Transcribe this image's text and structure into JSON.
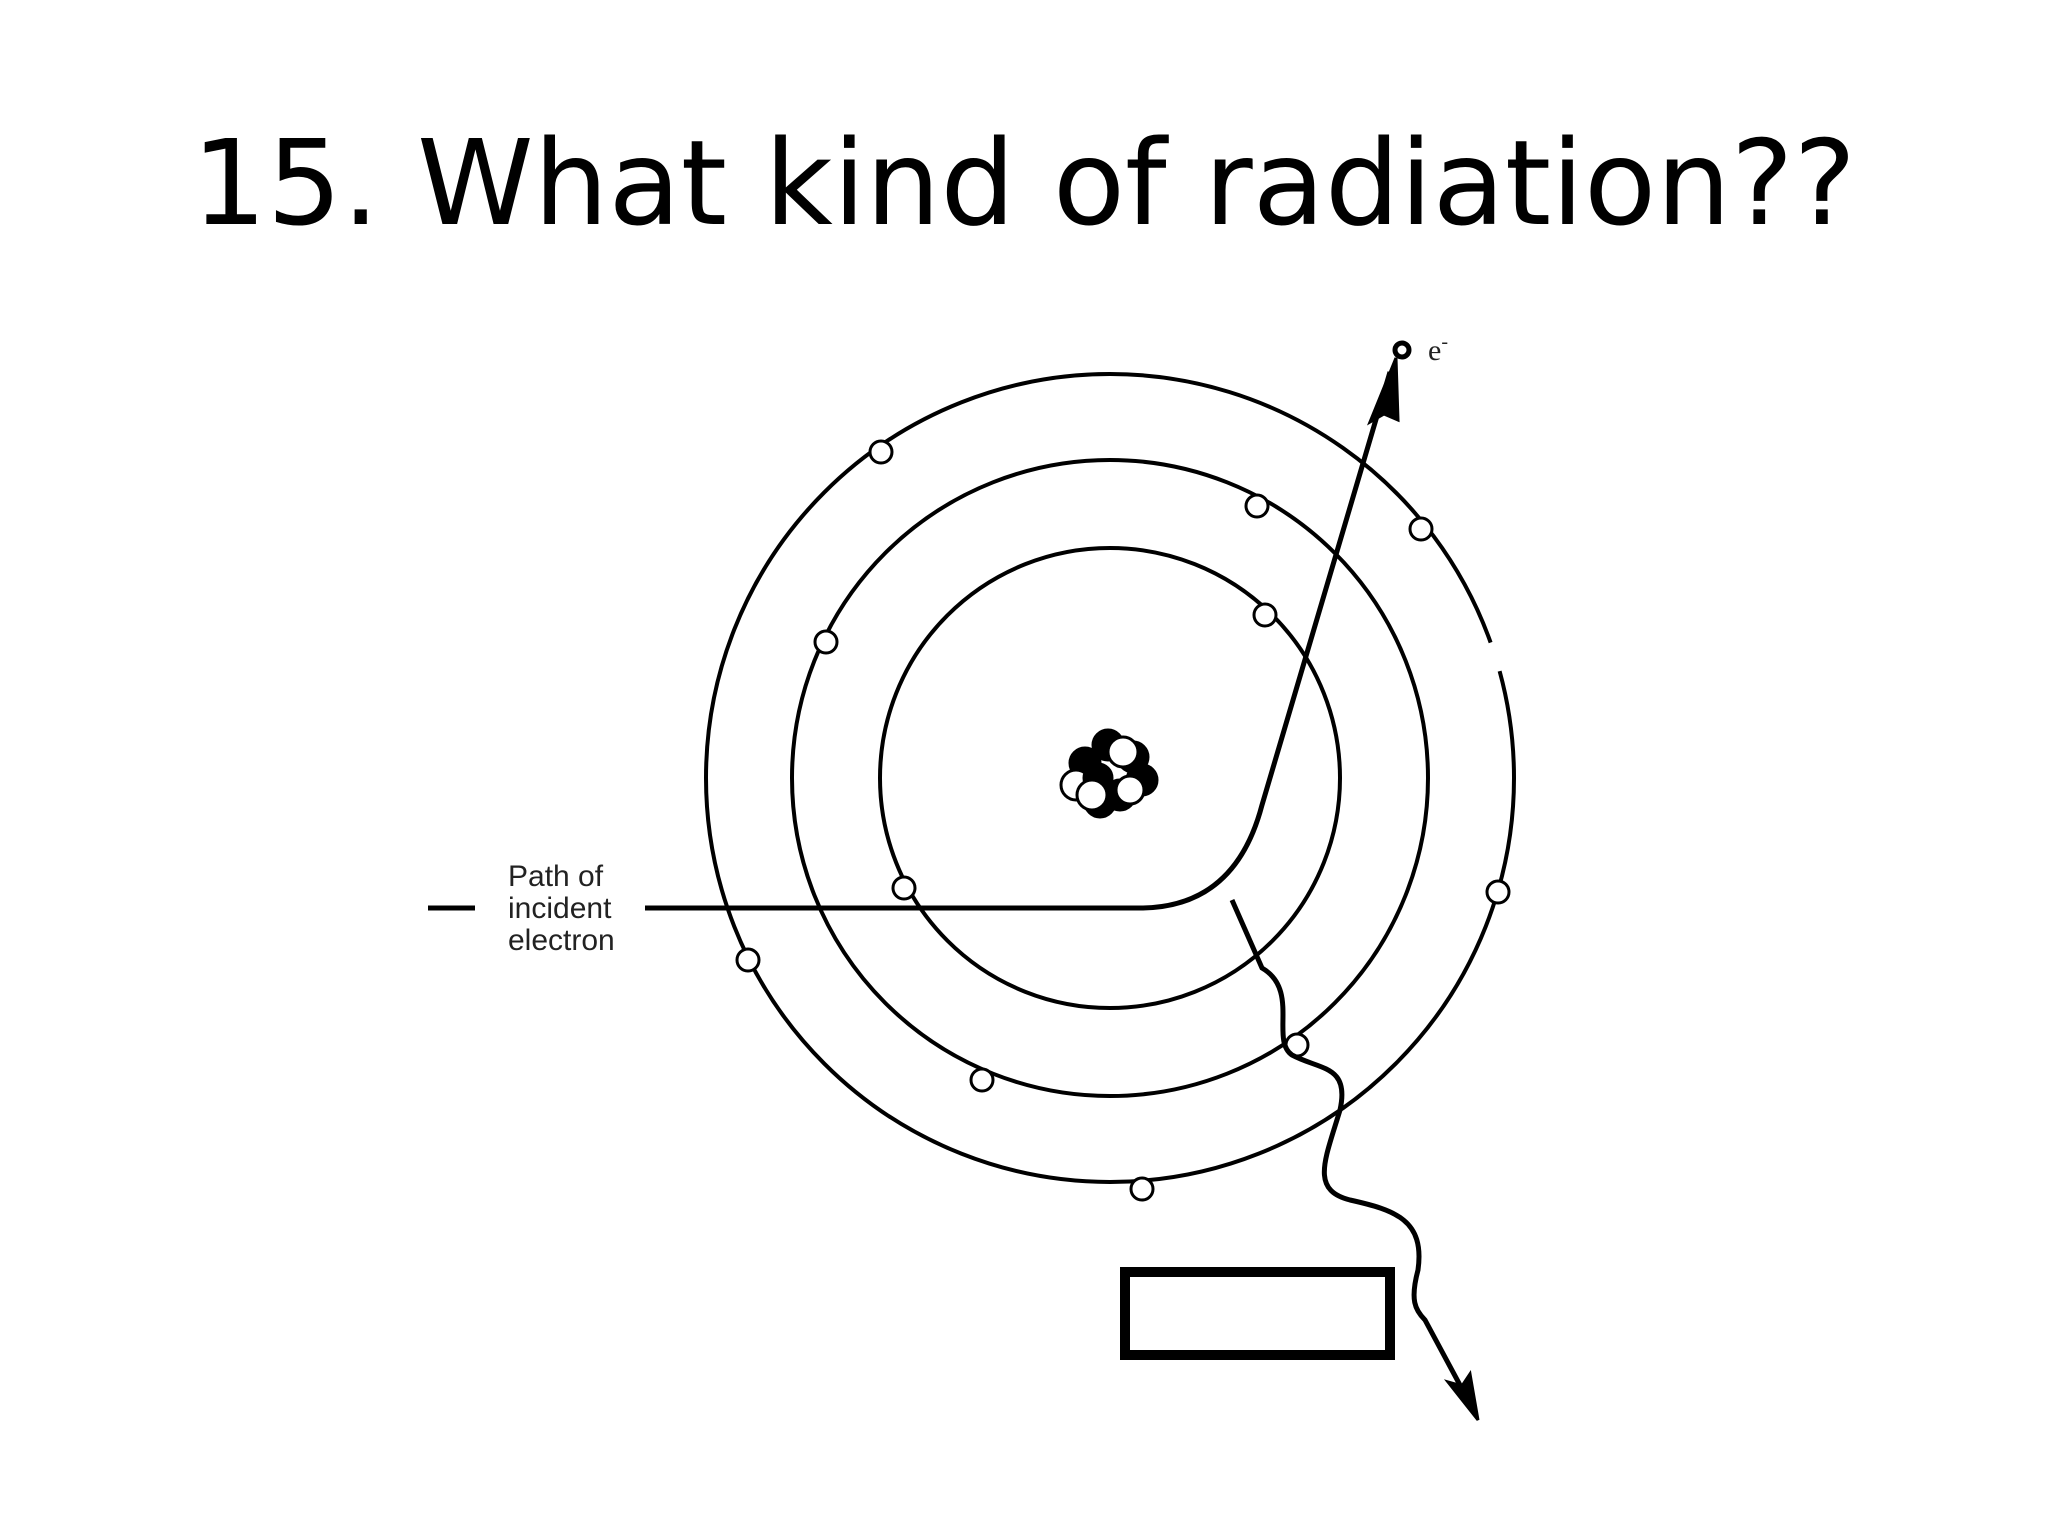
{
  "slide": {
    "title": "15. What kind of radiation??"
  },
  "diagram": {
    "incident_label": [
      "Path of",
      "incident",
      "electron"
    ],
    "ejected_electron_label": "e",
    "ejected_electron_superscript": "-",
    "answer_box_text": "",
    "colors": {
      "line": "#000000",
      "electron_fill": "#ffffff",
      "proton_fill": "#000000",
      "neutron_fill": "#ffffff"
    }
  }
}
